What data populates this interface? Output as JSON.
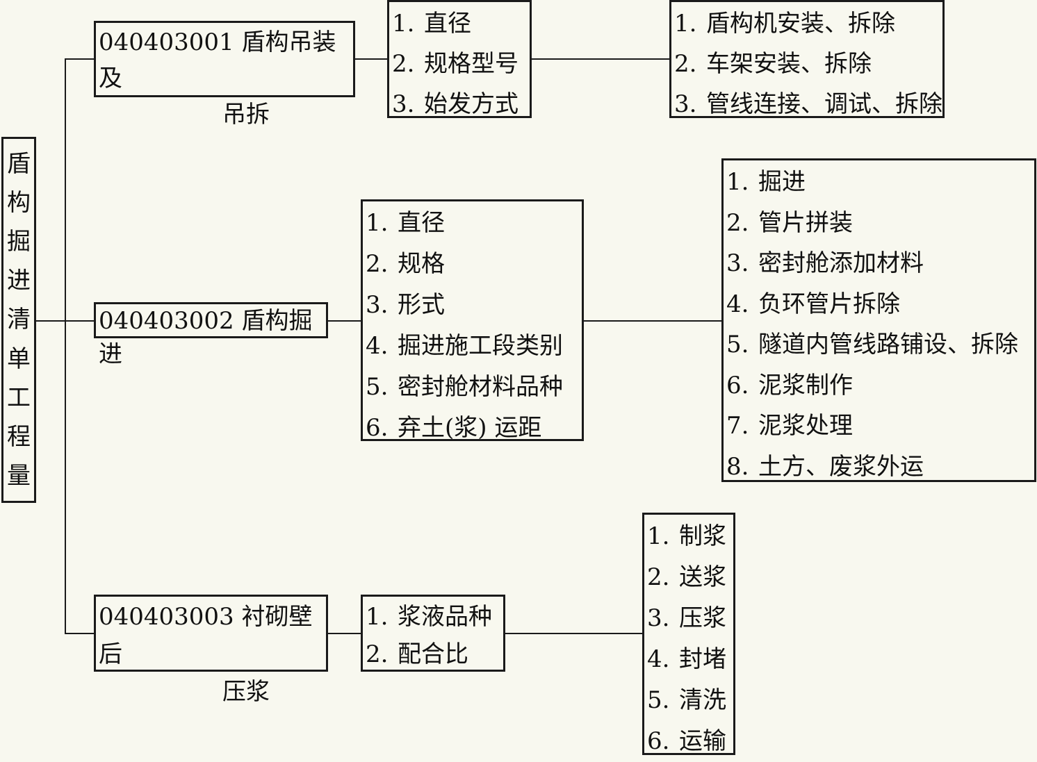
{
  "root": {
    "chars": [
      "盾",
      "构",
      "掘",
      "进",
      "清",
      "单",
      "工",
      "程",
      "量"
    ]
  },
  "items": [
    {
      "code": "040403001",
      "name_line1": "盾构吊装及",
      "name_line2": "吊拆",
      "features": [
        "直径",
        "规格型号",
        "始发方式"
      ],
      "work": [
        "盾构机安装、拆除",
        "车架安装、拆除",
        "管线连接、调试、拆除"
      ]
    },
    {
      "code": "040403002",
      "name_line1": "盾构掘进",
      "name_line2": "",
      "features": [
        "直径",
        "规格",
        "形式",
        "掘进施工段类别",
        "密封舱材料品种",
        "弃土(浆) 运距"
      ],
      "work": [
        "掘进",
        "管片拼装",
        "密封舱添加材料",
        "负环管片拆除",
        "隧道内管线路铺设、拆除",
        "泥浆制作",
        "泥浆处理",
        "土方、废浆外运"
      ]
    },
    {
      "code": "040403003",
      "name_line1": "衬砌壁后",
      "name_line2": "压浆",
      "features": [
        "浆液品种",
        "配合比"
      ],
      "work": [
        "制浆",
        "送浆",
        "压浆",
        "封堵",
        "清洗",
        "运输"
      ]
    }
  ],
  "numbers": [
    "1.",
    "2.",
    "3.",
    "4.",
    "5.",
    "6.",
    "7.",
    "8."
  ]
}
